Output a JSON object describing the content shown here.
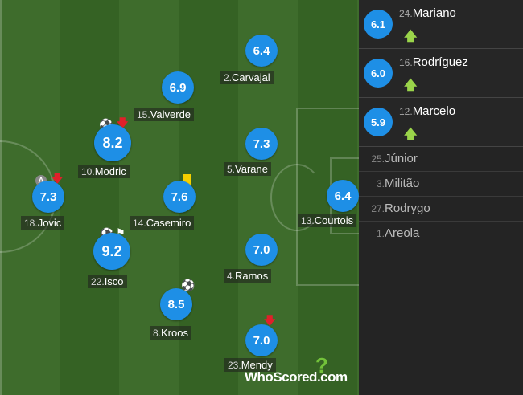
{
  "players": [
    {
      "id": "carvajal",
      "number": "2.",
      "name": "Carvajal",
      "rating": "6.4",
      "events": []
    },
    {
      "id": "valverde",
      "number": "15.",
      "name": "Valverde",
      "rating": "6.9",
      "events": []
    },
    {
      "id": "modric",
      "number": "10.",
      "name": "Modric",
      "rating": "8.2",
      "events": [
        "goal",
        "subbed-off"
      ]
    },
    {
      "id": "varane",
      "number": "5.",
      "name": "Varane",
      "rating": "7.3",
      "events": []
    },
    {
      "id": "jovic",
      "number": "18.",
      "name": "Jovic",
      "rating": "7.3",
      "events": [
        "captain",
        "subbed-off"
      ]
    },
    {
      "id": "casemiro",
      "number": "14.",
      "name": "Casemiro",
      "rating": "7.6",
      "events": [
        "yellow-card"
      ]
    },
    {
      "id": "courtois",
      "number": "13.",
      "name": "Courtois",
      "rating": "6.4",
      "events": []
    },
    {
      "id": "isco",
      "number": "22.",
      "name": "Isco",
      "rating": "9.2",
      "events": [
        "goal",
        "assist"
      ]
    },
    {
      "id": "ramos",
      "number": "4.",
      "name": "Ramos",
      "rating": "7.0",
      "events": []
    },
    {
      "id": "kroos",
      "number": "8.",
      "name": "Kroos",
      "rating": "8.5",
      "events": [
        "goal"
      ]
    },
    {
      "id": "mendy",
      "number": "23.",
      "name": "Mendy",
      "rating": "7.0",
      "events": [
        "subbed-off"
      ]
    }
  ],
  "substitutes": [
    {
      "number": "24.",
      "name": "Mariano",
      "rating": "6.1",
      "icon": "subbed-on-arrow"
    },
    {
      "number": "16.",
      "name": "Rodríguez",
      "rating": "6.0",
      "icon": "subbed-on-arrow"
    },
    {
      "number": "12.",
      "name": "Marcelo",
      "rating": "5.9",
      "icon": "subbed-on-arrow"
    }
  ],
  "unused_substitutes": [
    {
      "number": "25.",
      "name": "Júnior"
    },
    {
      "number": "3.",
      "name": "Militão"
    },
    {
      "number": "27.",
      "name": "Rodrygo"
    },
    {
      "number": "1.",
      "name": "Areola"
    }
  ],
  "watermark": "WhoScored.com",
  "colors": {
    "rating_bubble": "#1e8fe6",
    "pitch_dark": "#356224",
    "pitch_light": "#3e6c2c",
    "yellow_card": "#f5d000",
    "sub_on_arrow": "#9ad44a",
    "sub_off_arrow": "#e0202a"
  }
}
